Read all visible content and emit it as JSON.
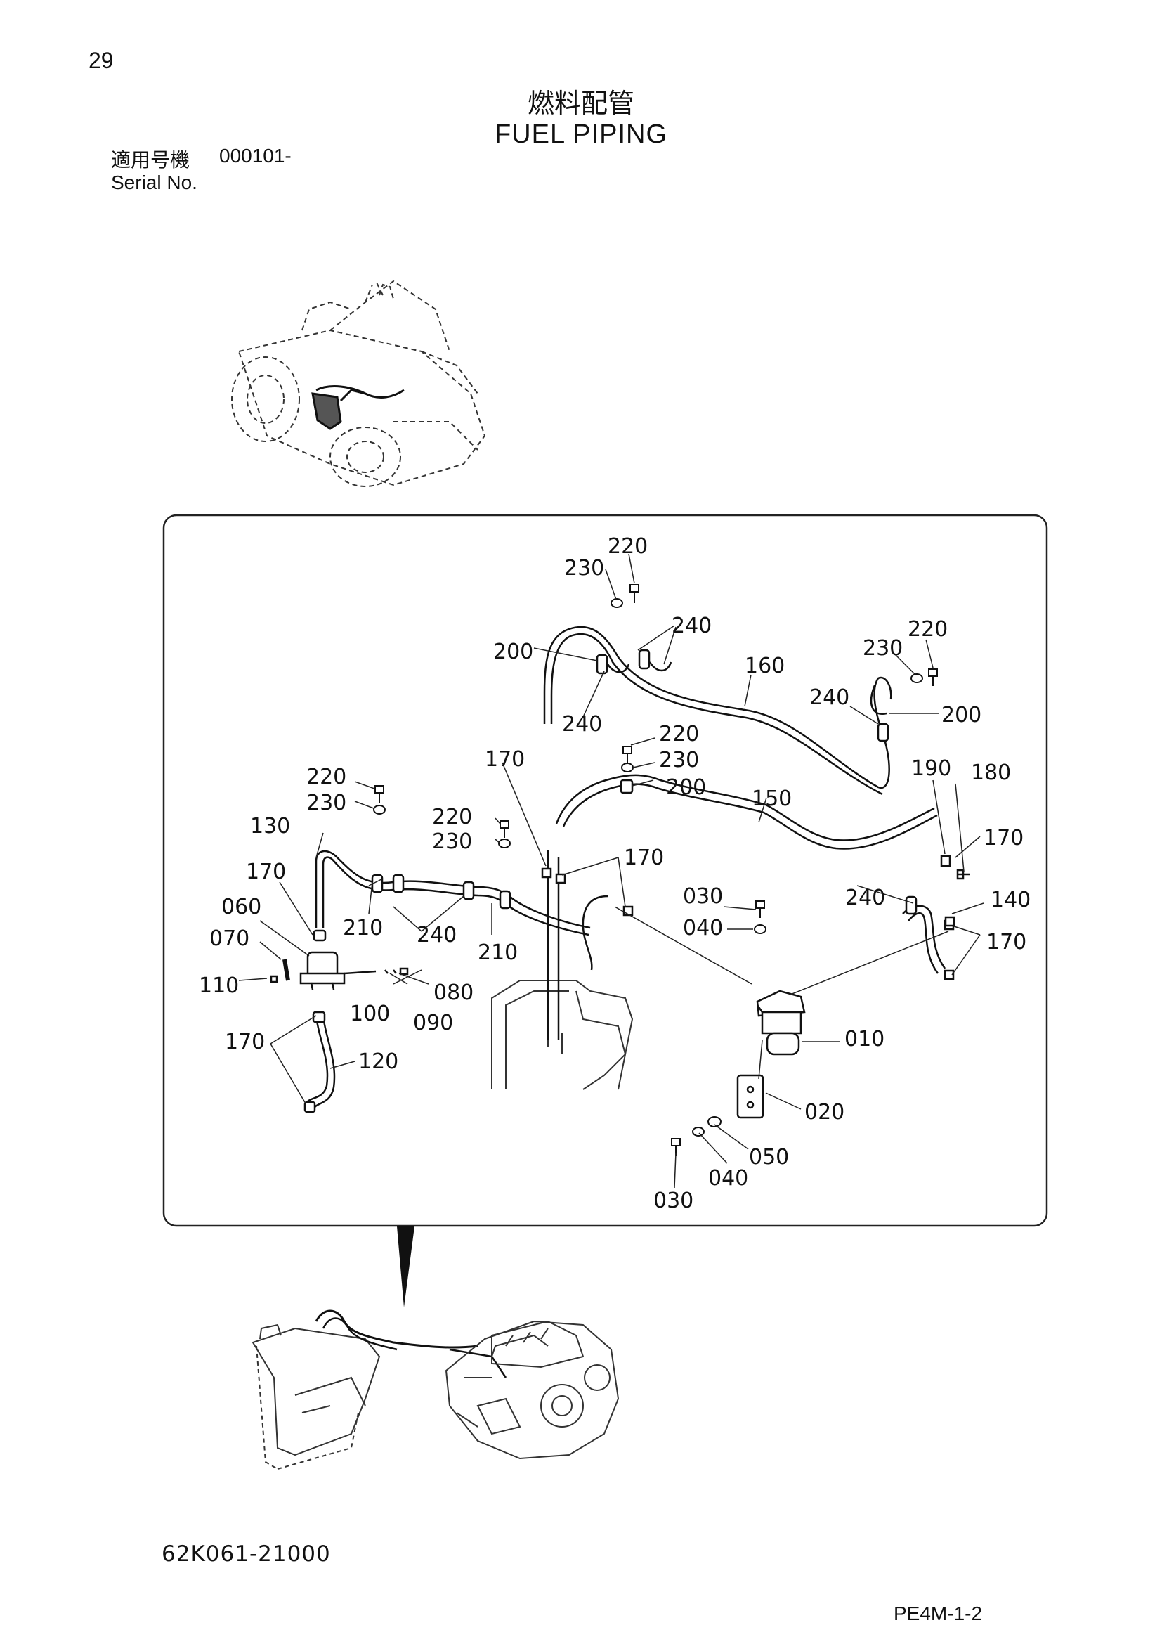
{
  "page_number": "29",
  "title_jp": "燃料配管",
  "title_en": "FUEL PIPING",
  "serial": {
    "label_jp": "適用号機",
    "value": "000101-",
    "label_en": "Serial No."
  },
  "callouts": [
    {
      "id": "c220a",
      "label": "220"
    },
    {
      "id": "c230a",
      "label": "230"
    },
    {
      "id": "c240a",
      "label": "240"
    },
    {
      "id": "c200a",
      "label": "200"
    },
    {
      "id": "c160",
      "label": "160"
    },
    {
      "id": "c220b",
      "label": "220"
    },
    {
      "id": "c230b",
      "label": "230"
    },
    {
      "id": "c240b",
      "label": "240"
    },
    {
      "id": "c200b",
      "label": "200"
    },
    {
      "id": "c240c",
      "label": "240"
    },
    {
      "id": "c220c",
      "label": "220"
    },
    {
      "id": "c230c",
      "label": "230"
    },
    {
      "id": "c200c",
      "label": "200"
    },
    {
      "id": "c170a",
      "label": "170"
    },
    {
      "id": "c150",
      "label": "150"
    },
    {
      "id": "c190",
      "label": "190"
    },
    {
      "id": "c180",
      "label": "180"
    },
    {
      "id": "c220d",
      "label": "220"
    },
    {
      "id": "c230d",
      "label": "230"
    },
    {
      "id": "c130",
      "label": "130"
    },
    {
      "id": "c220e",
      "label": "220"
    },
    {
      "id": "c230e",
      "label": "230"
    },
    {
      "id": "c170b",
      "label": "170"
    },
    {
      "id": "c170c",
      "label": "170"
    },
    {
      "id": "c240d",
      "label": "240"
    },
    {
      "id": "c140",
      "label": "140"
    },
    {
      "id": "c170d",
      "label": "170"
    },
    {
      "id": "c030a",
      "label": "030"
    },
    {
      "id": "c040a",
      "label": "040"
    },
    {
      "id": "c170e",
      "label": "170"
    },
    {
      "id": "c060",
      "label": "060"
    },
    {
      "id": "c070",
      "label": "070"
    },
    {
      "id": "c210a",
      "label": "210"
    },
    {
      "id": "c240e",
      "label": "240"
    },
    {
      "id": "c210b",
      "label": "210"
    },
    {
      "id": "c110",
      "label": "110"
    },
    {
      "id": "c080",
      "label": "080"
    },
    {
      "id": "c100",
      "label": "100"
    },
    {
      "id": "c090",
      "label": "090"
    },
    {
      "id": "c010",
      "label": "010"
    },
    {
      "id": "c170f",
      "label": "170"
    },
    {
      "id": "c120",
      "label": "120"
    },
    {
      "id": "c020",
      "label": "020"
    },
    {
      "id": "c050",
      "label": "050"
    },
    {
      "id": "c040b",
      "label": "040"
    },
    {
      "id": "c030b",
      "label": "030"
    }
  ],
  "part_number": "62K061-21000",
  "page_code": "PE4M-1-2"
}
